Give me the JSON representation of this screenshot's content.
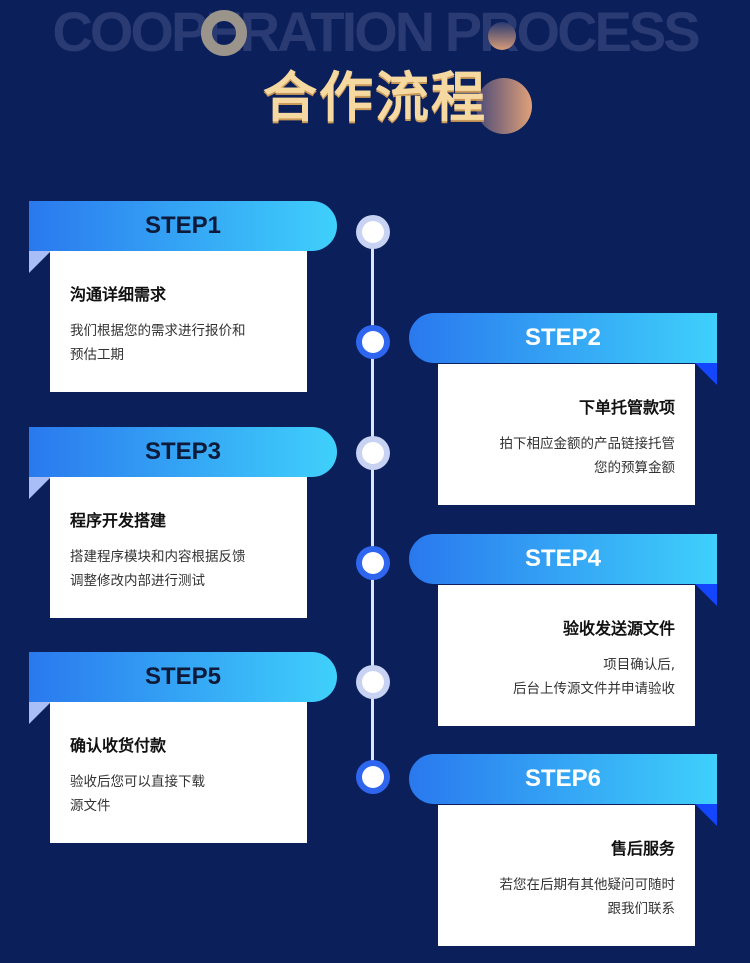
{
  "header": {
    "bg_text": "COOPERATION PROCESS",
    "title": "合作流程"
  },
  "steps": [
    {
      "label": "STEP1",
      "title": "沟通详细需求",
      "desc": [
        "我们根据您的需求进行报价和",
        "预估工期"
      ]
    },
    {
      "label": "STEP2",
      "title": "下单托管款项",
      "desc": [
        "拍下相应金额的产品链接托管",
        "您的预算金额"
      ]
    },
    {
      "label": "STEP3",
      "title": "程序开发搭建",
      "desc": [
        "搭建程序模块和内容根据反馈",
        "调整修改内部进行测试"
      ]
    },
    {
      "label": "STEP4",
      "title": "验收发送源文件",
      "desc": [
        "项目确认后,",
        "后台上传源文件并申请验收"
      ]
    },
    {
      "label": "STEP5",
      "title": "确认收货付款",
      "desc": [
        "验收后您可以直接下载",
        "源文件"
      ]
    },
    {
      "label": "STEP6",
      "title": "售后服务",
      "desc": [
        "若您在后期有其他疑问可随时",
        "跟我们联系"
      ]
    }
  ],
  "colors": {
    "background": "#0b1f5b",
    "title": "#f6d9a0",
    "accent": "#2f66f0"
  }
}
